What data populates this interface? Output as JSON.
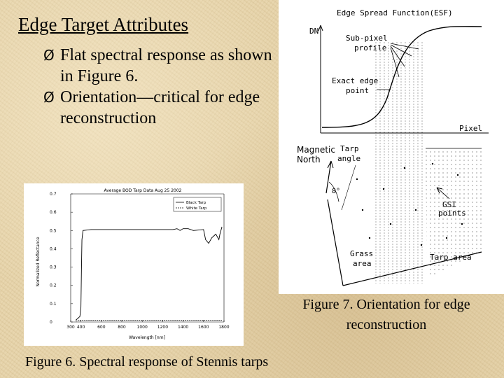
{
  "slide": {
    "title": "Edge Target Attributes",
    "bullets": [
      {
        "marker": "Ø",
        "text": "Flat spectral response as shown in Figure 6."
      },
      {
        "marker": "Ø",
        "text": "Orientation—critical for edge reconstruction"
      }
    ]
  },
  "figure6": {
    "caption": "Figure 6. Spectral response of Stennis tarps",
    "plot_title": "Average BOD Tarp Data Aug 25 2002",
    "legend": [
      "Black Tarp",
      "White Tarp"
    ],
    "xlabel": "Wavelength [nm]",
    "ylabel": "Normalized Reflectance"
  },
  "figure7": {
    "caption": "Figure 7. Orientation for edge reconstruction",
    "labels": {
      "esf": "Edge Spread Function(ESF)",
      "dn": "DN",
      "subpixel": [
        "Sub-pixel",
        "profile"
      ],
      "exact_edge": [
        "Exact edge",
        "point"
      ],
      "pixel": "Pixel",
      "magnetic_north": [
        "Magnetic",
        "North"
      ],
      "tarp_angle": [
        "Tarp",
        "angle"
      ],
      "angle_value": "8°",
      "gsi_points": [
        "GSI",
        "points"
      ],
      "grass_area": [
        "Grass",
        "area"
      ],
      "tarp_area": "Tarp area"
    }
  },
  "chart_data": {
    "type": "line",
    "title": "Average BOD Tarp Data Aug 25 2002",
    "xlabel": "Wavelength [nm]",
    "ylabel": "Normalized Reflectance",
    "xlim": [
      300,
      1800
    ],
    "ylim": [
      0,
      0.7
    ],
    "xticks": [
      300,
      400,
      600,
      800,
      1000,
      1200,
      1400,
      1600,
      1800
    ],
    "yticks": [
      0,
      0.1,
      0.2,
      0.3,
      0.4,
      0.5,
      0.6,
      0.7
    ],
    "legend_position": "top-right",
    "series": [
      {
        "name": "Black Tarp",
        "x": [
          350,
          390,
          400,
          405,
          410,
          420,
          500,
          700,
          900,
          1100,
          1300,
          1340,
          1370,
          1400,
          1450,
          1500,
          1600,
          1620,
          1650,
          1680,
          1700,
          1720,
          1750,
          1760,
          1780
        ],
        "y": [
          0.01,
          0.03,
          0.08,
          0.28,
          0.45,
          0.5,
          0.505,
          0.505,
          0.505,
          0.505,
          0.505,
          0.51,
          0.5,
          0.51,
          0.51,
          0.5,
          0.505,
          0.45,
          0.43,
          0.46,
          0.47,
          0.48,
          0.45,
          0.48,
          0.52
        ]
      },
      {
        "name": "White Tarp",
        "x": [
          350,
          400,
          500,
          800,
          1200,
          1600,
          1780
        ],
        "y": [
          0.005,
          0.01,
          0.01,
          0.01,
          0.01,
          0.01,
          0.01
        ]
      }
    ]
  }
}
